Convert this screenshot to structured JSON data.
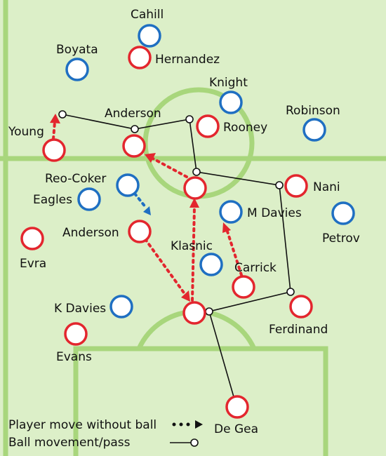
{
  "colors": {
    "pitch": "#dcefc8",
    "lines": "#a8d67c",
    "team_red": "#e3262e",
    "team_blue": "#1f6fc2",
    "move_arrow_red": "#e3262e",
    "move_arrow_blue": "#1f6fc2",
    "pass_line": "#111111"
  },
  "players": [
    {
      "id": "cahill",
      "label": "Cahill",
      "team": "blue"
    },
    {
      "id": "hernandez",
      "label": "Hernandez",
      "team": "red"
    },
    {
      "id": "boyata",
      "label": "Boyata",
      "team": "blue"
    },
    {
      "id": "knight",
      "label": "Knight",
      "team": "blue"
    },
    {
      "id": "robinson",
      "label": "Robinson",
      "team": "blue"
    },
    {
      "id": "rooney",
      "label": "Rooney",
      "team": "red"
    },
    {
      "id": "anderson-top",
      "label": "Anderson",
      "team": "red"
    },
    {
      "id": "young",
      "label": "Young",
      "team": "red"
    },
    {
      "id": "reo-coker",
      "label": "Reo-Coker",
      "team": "blue"
    },
    {
      "id": "eagles",
      "label": "Eagles",
      "team": "blue"
    },
    {
      "id": "nani",
      "label": "Nani",
      "team": "red"
    },
    {
      "id": "center-red",
      "label": "",
      "team": "red"
    },
    {
      "id": "m-davies",
      "label": "M Davies",
      "team": "blue"
    },
    {
      "id": "petrov",
      "label": "Petrov",
      "team": "blue"
    },
    {
      "id": "anderson-mid",
      "label": "Anderson",
      "team": "red"
    },
    {
      "id": "evra",
      "label": "Evra",
      "team": "red"
    },
    {
      "id": "klasnic",
      "label": "Klasnic",
      "team": "blue"
    },
    {
      "id": "carrick",
      "label": "Carrick",
      "team": "red"
    },
    {
      "id": "k-davies",
      "label": "K Davies",
      "team": "blue"
    },
    {
      "id": "deep-red",
      "label": "",
      "team": "red"
    },
    {
      "id": "ferdinand",
      "label": "Ferdinand",
      "team": "red"
    },
    {
      "id": "evans",
      "label": "Evans",
      "team": "red"
    },
    {
      "id": "de-gea",
      "label": "De Gea",
      "team": "red"
    }
  ],
  "legend": {
    "move_label": "Player move without ball",
    "pass_label": "Ball movement/pass"
  }
}
